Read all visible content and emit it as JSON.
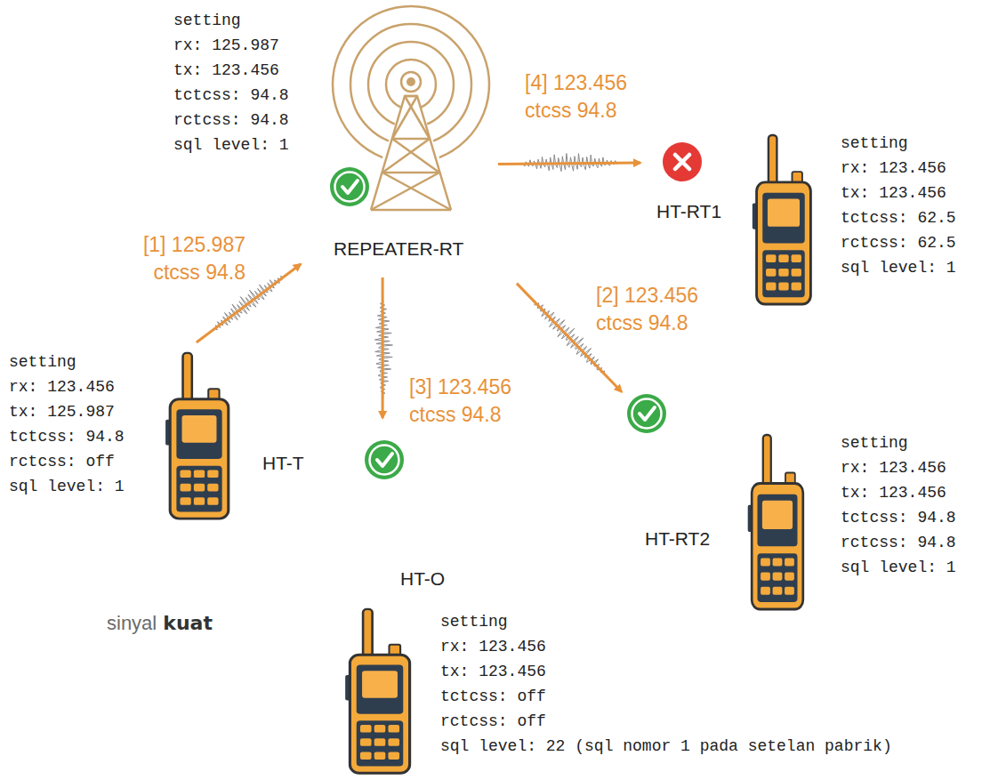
{
  "diagram": {
    "nodes": [
      {
        "text": [
          "setting",
          "rx: 125.987",
          "tx: 123.456",
          "tctcss: 94.8",
          "rctcss: 94.8",
          "sql level: 1",
          "REPEATER-RT"
        ]
      },
      {
        "text": [
          "setting",
          "rx: 123.456",
          "tx: 123.456",
          "tctcss: 62.5",
          "rctcss: 62.5",
          "sql level: 1",
          "HT-RT1"
        ]
      },
      {
        "text": [
          "setting",
          "rx: 123.456",
          "tx: 125.987",
          "tctcss: 94.8",
          "rctcss: off",
          "sql level: 1",
          "HT-T"
        ]
      },
      {
        "text": [
          "setting",
          "rx: 123.456",
          "tx: 123.456",
          "tctcss: 94.8",
          "rctcss: 94.8",
          "sql level: 1",
          "HT-RT2"
        ]
      },
      {
        "text": [
          "HT-O",
          "setting",
          "rx: 123.456",
          "tx: 123.456",
          "tctcss: off",
          "rctcss: off",
          "sql level: 22 (sql nomor 1 pada setelan pabrik)"
        ]
      }
    ],
    "edges": [
      {
        "from": 2,
        "to": 0,
        "arrow": "to",
        "label": "[1] 125.987 ctcss 94.8"
      },
      {
        "from": 0,
        "to": 3,
        "arrow": "to",
        "label": "[2] 123.456 ctcss 94.8"
      },
      {
        "from": 0,
        "to": 4,
        "arrow": "to",
        "label": "[3] 123.456 ctcss 94.8"
      },
      {
        "from": 0,
        "to": 1,
        "arrow": "to",
        "label": "[4] 123.456 ctcss 94.8"
      }
    ],
    "labels": [
      "sinyal",
      "kuat"
    ]
  }
}
